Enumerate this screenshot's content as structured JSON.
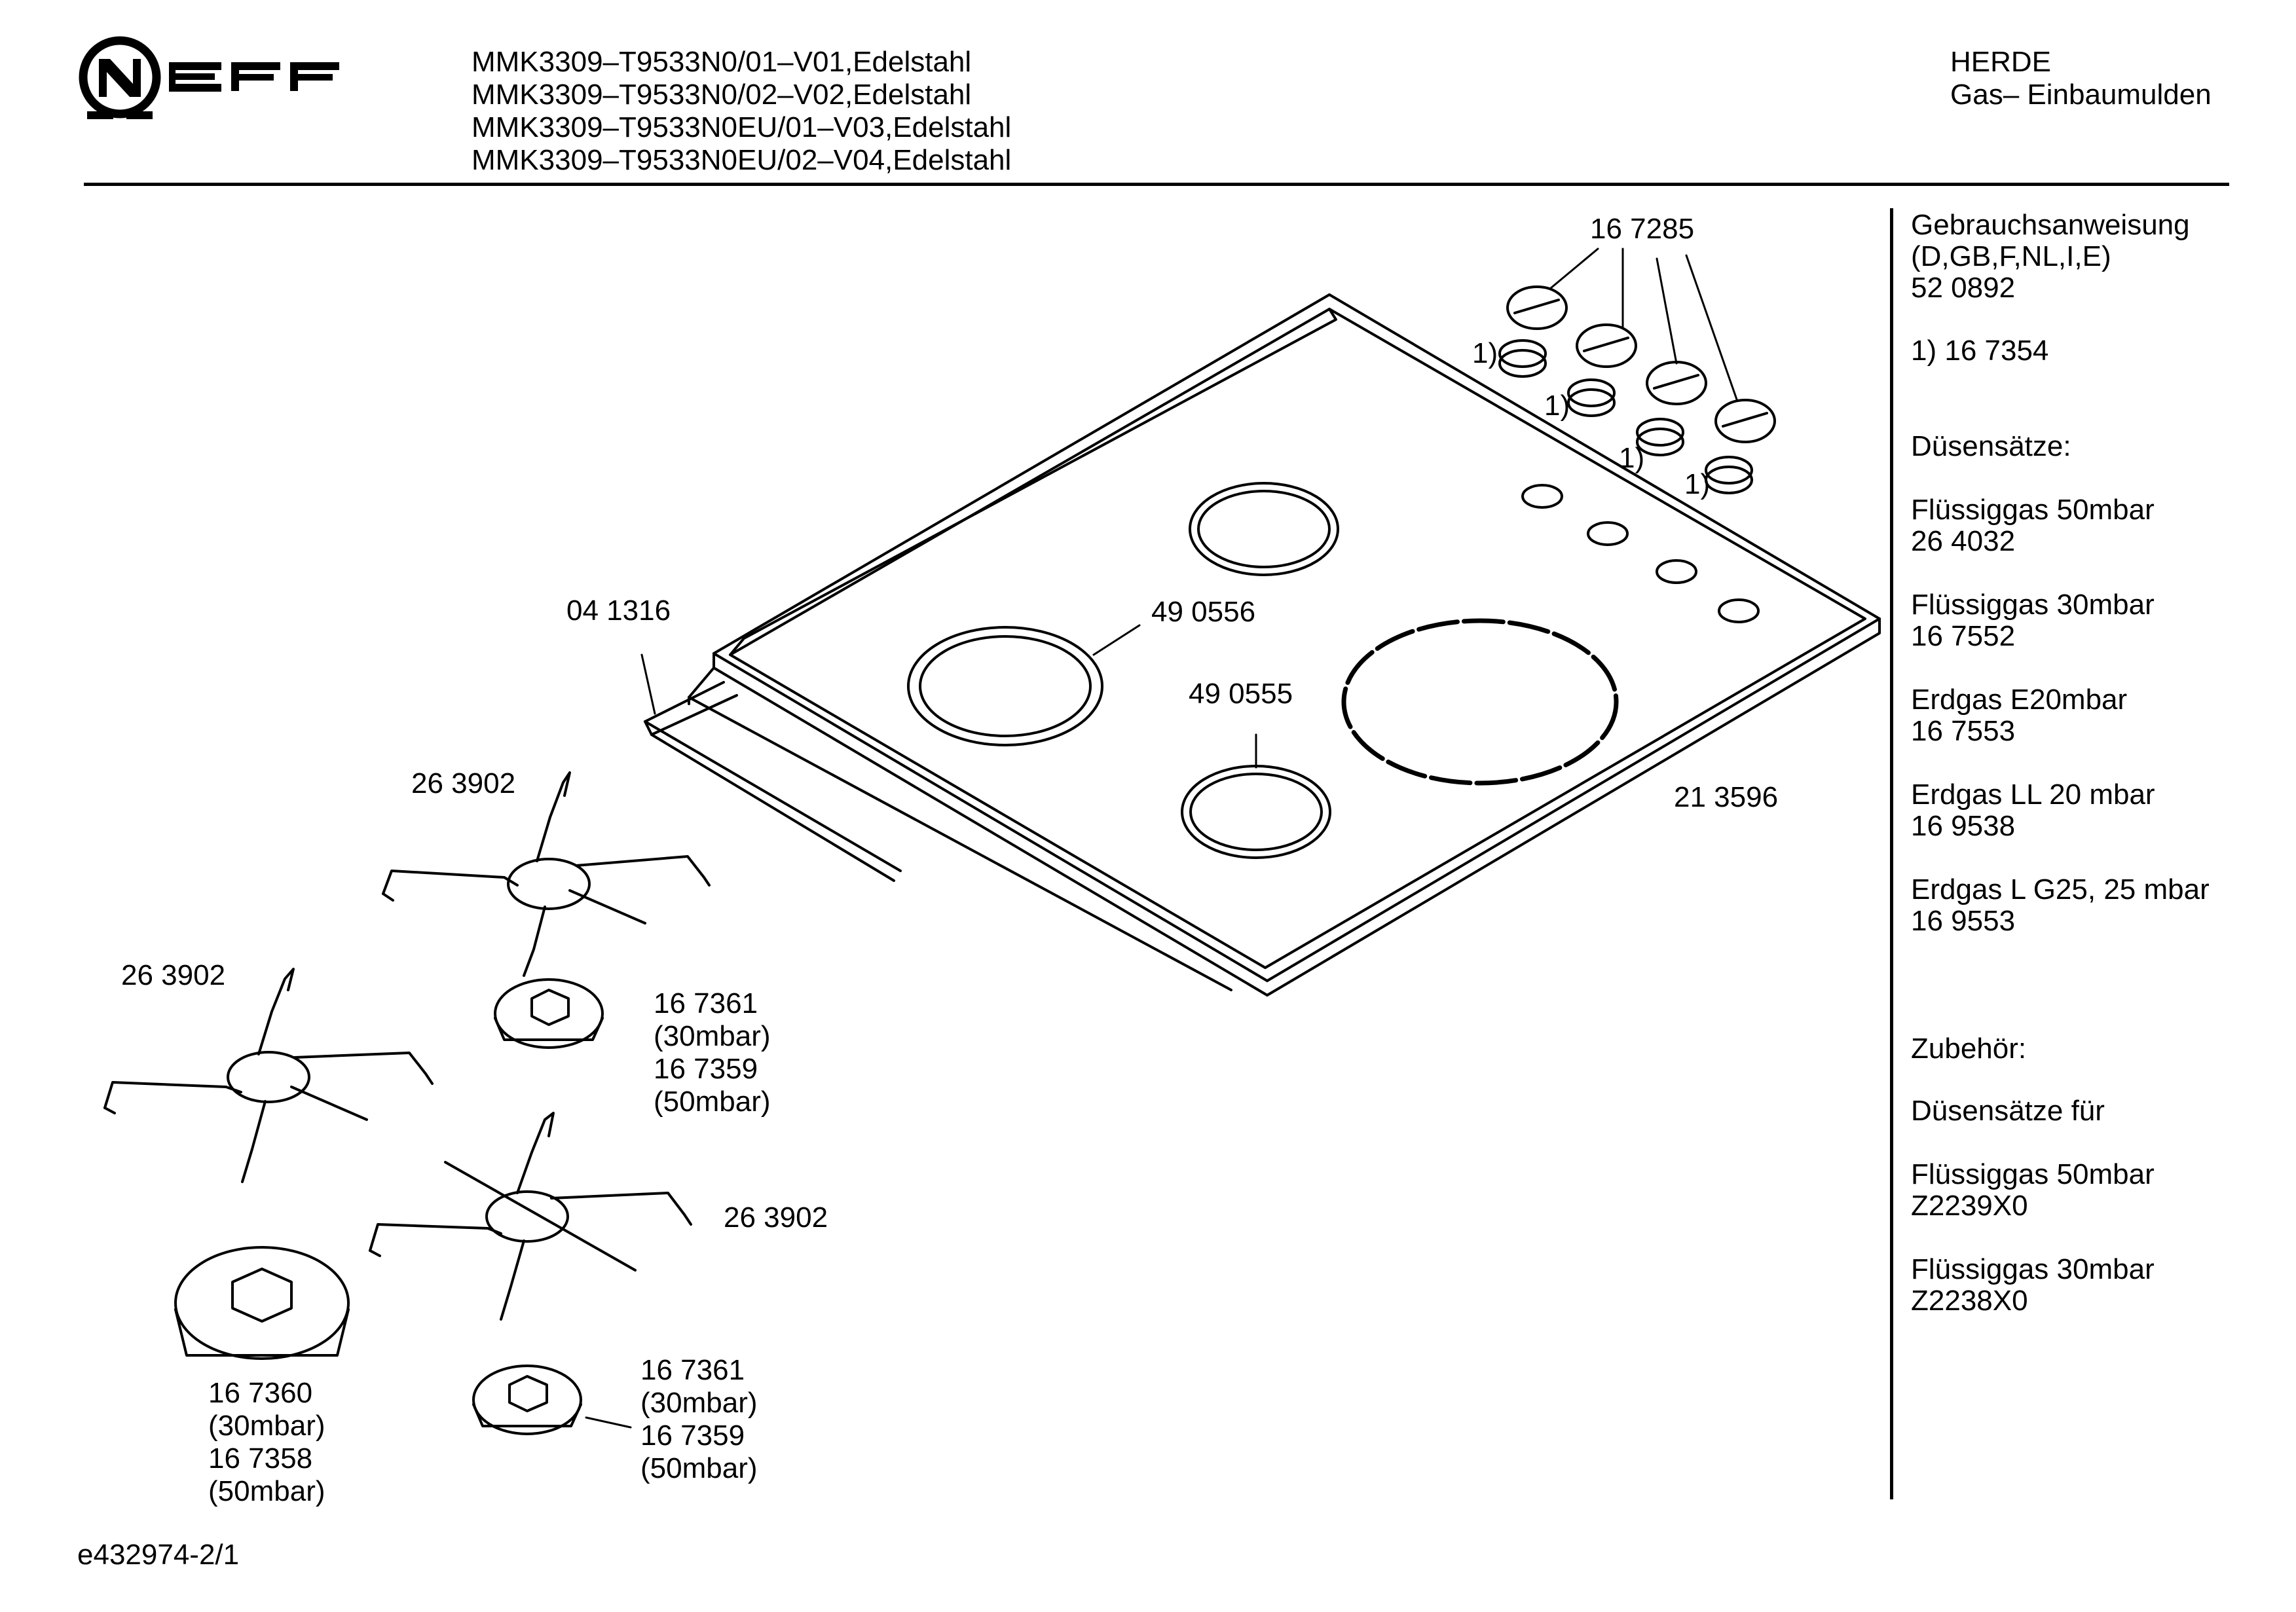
{
  "brand": {
    "logo_text": "NEFF"
  },
  "header": {
    "models": [
      "MMK3309–T9533N0/01–V01,Edelstahl",
      "MMK3309–T9533N0/02–V02,Edelstahl",
      "MMK3309–T9533N0EU/01–V03,Edelstahl",
      "MMK3309–T9533N0EU/02–V04,Edelstahl"
    ],
    "category": "HERDE",
    "subcategory": "Gas– Einbaumulden"
  },
  "parts": {
    "knobs": "16 7285",
    "knob_ring_note": "1)",
    "seal": "04 1316",
    "ring_large": "49 0556",
    "ring_small": "49 0555",
    "hob": "21 3596",
    "grid_1": "26 3902",
    "grid_2": "26 3902",
    "grid_3": "26 3902",
    "cap_mid": [
      "16 7361",
      "(30mbar)",
      "16 7359",
      "(50mbar)"
    ],
    "cap_low": [
      "16 7361",
      "(30mbar)",
      "16 7359",
      "(50mbar)"
    ],
    "cap_big": [
      "16 7360",
      "(30mbar)",
      "16 7358",
      "(50mbar)"
    ]
  },
  "sidebar": {
    "manual_title": "Gebrauchsanweisung",
    "manual_langs": "(D,GB,F,NL,I,E)",
    "manual_no": "52 0892",
    "note": "1)  16 7354",
    "nozzle_heading": "Düsensätze:",
    "nozzles": [
      {
        "name": "Flüssiggas 50mbar",
        "no": "26 4032"
      },
      {
        "name": "Flüssiggas 30mbar",
        "no": "16 7552"
      },
      {
        "name": "Erdgas E20mbar",
        "no": "16 7553"
      },
      {
        "name": "Erdgas LL 20 mbar",
        "no": "16 9538"
      },
      {
        "name": "Erdgas L G25, 25 mbar",
        "no": "16 9553"
      }
    ],
    "accessories_heading": "Zubehör:",
    "accessories_sub": "Düsensätze für",
    "accessories": [
      {
        "name": "Flüssiggas 50mbar",
        "no": "Z2239X0"
      },
      {
        "name": "Flüssiggas 30mbar",
        "no": "Z2238X0"
      }
    ]
  },
  "footer": {
    "doc_id": "e432974-2/1"
  }
}
